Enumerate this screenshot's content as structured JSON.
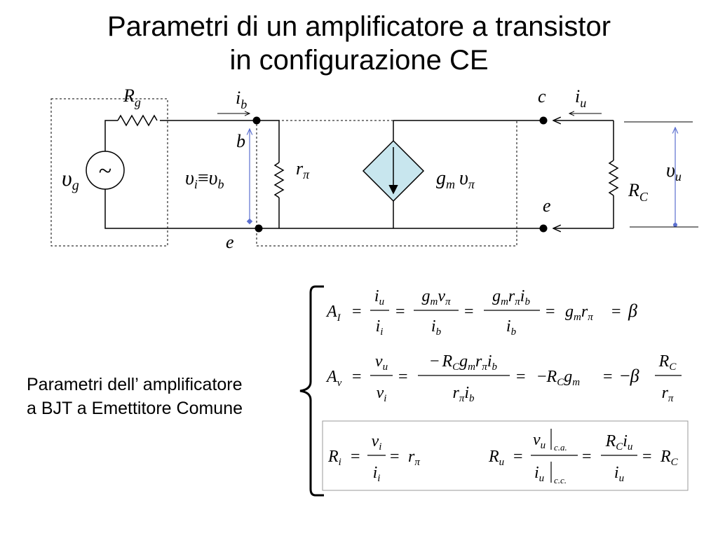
{
  "title": {
    "line1": "Parametri di un amplificatore a transistor",
    "line2": "in configurazione CE"
  },
  "caption": {
    "line1": "Parametri dell’ amplificatore",
    "line2": "a BJT a Emettitore Comune"
  },
  "circuit": {
    "resistor_g": {
      "main": "R",
      "sub": "g"
    },
    "source_symbol": "~",
    "source_voltage": {
      "main": "υ",
      "sub": "g"
    },
    "input_current": {
      "main": "i",
      "sub": "b"
    },
    "node_b": "b",
    "node_e_in": "e",
    "input_voltage": {
      "v1": "υ",
      "s1": "i",
      "eq": "≡",
      "v2": "υ",
      "s2": "b"
    },
    "r_pi": {
      "main": "r",
      "sub": "π"
    },
    "dependent_source": {
      "g": "g",
      "gsub": "m",
      "v": "υ",
      "vsub": "π"
    },
    "node_c": "c",
    "output_current": {
      "main": "i",
      "sub": "u"
    },
    "node_e_out": "e",
    "resistor_c": {
      "main": "R",
      "sub": "C"
    },
    "output_voltage": {
      "main": "υ",
      "sub": "u"
    }
  },
  "colors": {
    "dependent_source_fill": "#c8e6ee",
    "voltage_arrow": "#5b6fcf"
  },
  "equations": {
    "ai": {
      "lhs": "A",
      "lhs_sub": "I",
      "f1_num": "i",
      "f1_num_sub": "u",
      "f1_den": "i",
      "f1_den_sub": "i",
      "f2_num_a": "g",
      "f2_num_a_sub": "m",
      "f2_num_b": "v",
      "f2_num_b_sub": "π",
      "f2_den": "i",
      "f2_den_sub": "b",
      "f3_num_a": "g",
      "f3_num_a_sub": "m",
      "f3_num_b": "r",
      "f3_num_b_sub": "π",
      "f3_num_c": "i",
      "f3_num_c_sub": "b",
      "f3_den": "i",
      "f3_den_sub": "b",
      "r1": "g",
      "r1_sub": "m",
      "r2": "r",
      "r2_sub": "π",
      "beta": "β"
    },
    "av": {
      "lhs": "A",
      "lhs_sub": "v",
      "f1_num": "v",
      "f1_num_sub": "u",
      "f1_den": "v",
      "f1_den_sub": "i",
      "f2_sign": "−",
      "f2_num_a": "R",
      "f2_num_a_sub": "C",
      "f2_num_b": "g",
      "f2_num_b_sub": "m",
      "f2_num_c": "r",
      "f2_num_c_sub": "π",
      "f2_num_d": "i",
      "f2_num_d_sub": "b",
      "f2_den_a": "r",
      "f2_den_a_sub": "π",
      "f2_den_b": "i",
      "f2_den_b_sub": "b",
      "m_sign": "−",
      "m_a": "R",
      "m_a_sub": "C",
      "m_b": "g",
      "m_b_sub": "m",
      "t_sign": "−",
      "beta": "β",
      "f3_num": "R",
      "f3_num_sub": "C",
      "f3_den": "r",
      "f3_den_sub": "π"
    },
    "ri": {
      "lhs": "R",
      "lhs_sub": "i",
      "f_num": "v",
      "f_num_sub": "i",
      "f_den": "i",
      "f_den_sub": "i",
      "res": "r",
      "res_sub": "π"
    },
    "ru": {
      "lhs": "R",
      "lhs_sub": "u",
      "f1_num": "v",
      "f1_num_sub": "u",
      "f1_num_cond": "c.a.",
      "f1_den": "i",
      "f1_den_sub": "u",
      "f1_den_cond": "c.c.",
      "f2_num_a": "R",
      "f2_num_a_sub": "C",
      "f2_num_b": "i",
      "f2_num_b_sub": "u",
      "f2_den": "i",
      "f2_den_sub": "u",
      "res": "R",
      "res_sub": "C"
    },
    "equals": "="
  }
}
